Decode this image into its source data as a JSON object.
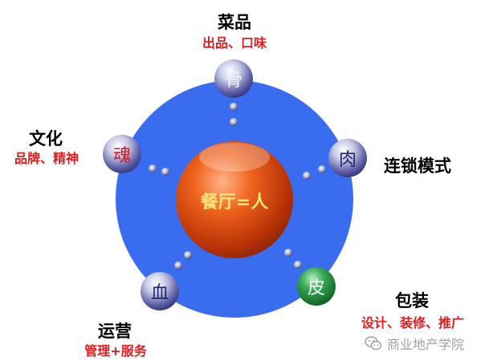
{
  "center": {
    "label": "餐厅=人"
  },
  "nodes": [
    {
      "id": "bone",
      "glyph": "骨",
      "title": "菜品",
      "subtitle": "出品、口味"
    },
    {
      "id": "meat",
      "glyph": "肉",
      "title": "连锁模式",
      "subtitle": ""
    },
    {
      "id": "skin",
      "glyph": "皮",
      "title": "包装",
      "subtitle": "设计、装修、推广"
    },
    {
      "id": "blood",
      "glyph": "血",
      "title": "运营",
      "subtitle": "管理+服务"
    },
    {
      "id": "soul",
      "glyph": "魂",
      "title": "文化",
      "subtitle": "品牌、精神"
    }
  ],
  "watermark": {
    "text": "商业地产学院",
    "icon": "wechat-icon"
  },
  "colors": {
    "ring": "#3a6cf0",
    "center": "#e8520e",
    "center_text": "#ffe37a",
    "node_purple": "#4a4a9a",
    "node_green": "#1f8a3a",
    "glyph_dark": "#1b2466",
    "glyph_red": "#d01818",
    "subtitle": "#e11d1d"
  }
}
